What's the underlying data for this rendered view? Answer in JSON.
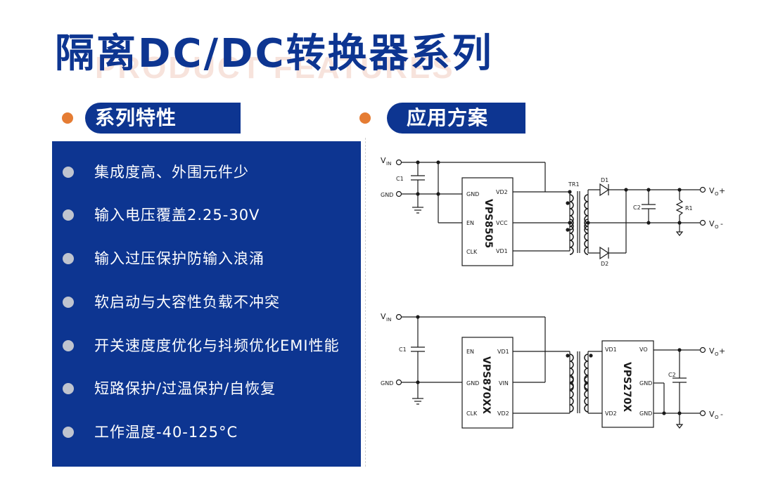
{
  "title": "隔离DC/DC转换器系列",
  "watermark": "PRODUCT FEATURES",
  "features_tab": "系列特性",
  "application_tab": "应用方案",
  "features": [
    "集成度高、外围元件少",
    "输入电压覆盖2.25-30V",
    "输入过压保护防输入浪涌",
    "软启动与大容性负载不冲突",
    "开关速度度优化与抖频优化EMI性能",
    "短路保护/过温保护/自恢复",
    "工作温度-40-125°C"
  ],
  "circuit1": {
    "vin_main": "V",
    "vin_sub": "IN",
    "gnd": "GND",
    "c1": "C1",
    "chip": "VPS8505",
    "pins_left": [
      "GND",
      "EN",
      "CLK"
    ],
    "pins_right": [
      "VD2",
      "VCC",
      "VD1"
    ],
    "tr": "TR1",
    "d1": "D1",
    "d2": "D2",
    "c2": "C2",
    "r1": "R1",
    "vo_pos_main": "V",
    "vo_pos_sub": "O",
    "vo_pos_sign": "+",
    "vo_neg_main": "V",
    "vo_neg_sub": "O",
    "vo_neg_sign": "-"
  },
  "circuit2": {
    "vin_main": "V",
    "vin_sub": "IN",
    "gnd": "GND",
    "c1": "C1",
    "chip1": "VPS870XX",
    "chip1_pins_left": [
      "EN",
      "GND",
      "CLK"
    ],
    "chip1_pins_right": [
      "VD1",
      "VIN",
      "VD2"
    ],
    "chip2": "VPS270X",
    "chip2_pins_left": [
      "VD1",
      "VD2"
    ],
    "chip2_pins_right": [
      "VO",
      "GND",
      "GND"
    ],
    "c2": "C2",
    "vo_pos_main": "V",
    "vo_pos_sub": "O",
    "vo_pos_sign": "+",
    "vo_neg_main": "V",
    "vo_neg_sub": "O",
    "vo_neg_sign": "-"
  }
}
